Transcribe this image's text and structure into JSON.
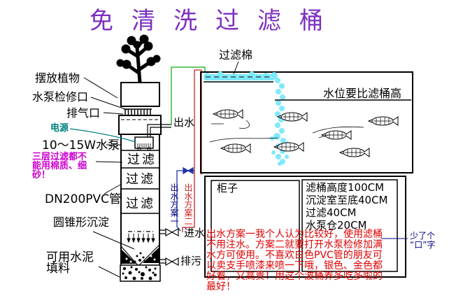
{
  "title": "免清洗过滤桶",
  "colors": {
    "title": "#7d2fc0",
    "power": "#008080",
    "warning": "#cc00cc",
    "note_red": "#dd0000",
    "note_blue": "#000080",
    "plan1": "#000080",
    "plan2": "#cc2222",
    "pipe_green": "#33bb33",
    "pipe_red": "#cc4444",
    "pipe_blue": "#2233aa",
    "water": "#7fe9f9"
  },
  "labels": {
    "place_plant": "摆放植物",
    "pump_access": "水泵检修口",
    "air_outlet": "排气口",
    "power": "电源",
    "pump": "10～15W水泵",
    "warning_line1": "三层过滤都不",
    "warning_line2": "能用棉质、细",
    "warning_line3": "砂！",
    "pvc_pipe": "DN200PVC管",
    "cone": "圆锥形沉淀",
    "cement_line1": "可用水泥",
    "cement_line2": "填料",
    "out_water": "出水",
    "filter1": "过滤",
    "filter2": "过滤",
    "filter3": "过滤",
    "plan1": "出水方案一",
    "plan2": "出水方案二",
    "in_water": "进水",
    "drain": "排污",
    "filter_cotton": "过滤棉",
    "water_level": "水位要比滤桶高",
    "cabinet": "柜子",
    "specs_line1": "滤桶高度100CM",
    "specs_line2": "沉淀室至底40CM",
    "specs_line3": "过滤40CM",
    "specs_line4": "水泵仓20CM",
    "note_line1": "出水方案一我个人认为比较好，使用滤桶",
    "note_line2": "不用注水。方案二就要打开水泵检修加满",
    "note_line3": "水方可使用。不喜欢白色PVC管的朋友可",
    "note_line4": "以卖支手喷漆来喷一下哦，银色、金色都",
    "note_line5": "好看，又高贵！用这个波桶养多吃多啦的",
    "note_line6": "最好！",
    "missing_line1": "少了个",
    "missing_line2": "“口”字"
  }
}
